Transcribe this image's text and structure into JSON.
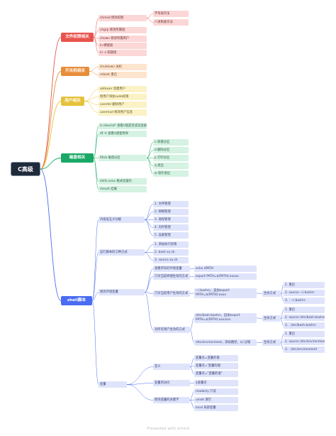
{
  "colors": {
    "red": "#e8544d",
    "orange": "#e88d3a",
    "yellow": "#e6c23a",
    "green": "#1aa866",
    "blue": "#4a6cf0",
    "root": "#1f2a3a"
  },
  "root": "C高级",
  "branches": {
    "perm": {
      "title": "文件权限相关",
      "chmod": "chmod 修改权限",
      "chmod_sub": [
        "字母表示法",
        "八进制表示法"
      ],
      "chgrp": "chgrp 修改所属组",
      "chown": "chown 修改所属用户",
      "ln": "ln 硬链接",
      "ln_s": "ln -s 软链接"
    },
    "power": {
      "title": "开关机相关",
      "shutdown": "shutdown 关机",
      "reboot": "reboot 重启"
    },
    "user": {
      "title": "用户相关",
      "adduser": "adduser 创建用户",
      "sudo": "给用户添加sudo权限",
      "userdel": "userdel 删除用户",
      "usermod": "usermod 修改用户信息"
    },
    "disk": {
      "title": "磁盘相关",
      "ls_dev": "ls /dev/sd* 查看U盘是否成功连接",
      "df": "df -h 查看U盘使用率",
      "fdisk": "fdisk 磁盘分区",
      "fdisk_sub": [
        "n 新建分区",
        "d 删除分区",
        "p 打印分区",
        "q 退出",
        "w 保存退出"
      ],
      "mkfs": "mkfs.xxxx 格式化操作",
      "mount": "mount 挂载"
    },
    "shell": {
      "title": "shell脚本",
      "essence": "内核层五大功能",
      "essence_sub": [
        "1. 文件管理",
        "2. 网络管理",
        "3. 进程管理",
        "4. 内存管理",
        "5. 设备管理"
      ],
      "run": "运行脚本的三种方式",
      "run_sub": [
        "1. 添加执行权限",
        "2. bash xx.sh",
        "3. source xx.sh"
      ],
      "env": "修改环境变量",
      "env_view": "查看所有的环境变量",
      "echo_path": "echo $PATH",
      "tmp": "只对当前终端生效的方式",
      "export_path": "export PATH=$(PATH):xxxxx",
      "cur_user": "只对当前用户生效的方式",
      "bashrc": "~/.bashrc，追加export PATH=$(PATH):xxxx",
      "activate": "生效方式",
      "bashrc_ways": [
        "1. 重启",
        "2. source ~/.bashrc",
        "3. . ~/.bashrc"
      ],
      "all_user": "对所有用户生效的方式",
      "etc_bashrc": "/etc/bash.bashrc，追加export PATH=$(PATH):xxx/xxx",
      "etc_bashrc_ways": [
        "1. 重启",
        "2. source /etc/bash.bashrc",
        "3. . /etc/bash.bashrc"
      ],
      "etc_env": "/etc/environment，添加路径，以:分隔",
      "etc_env_ways": [
        "1. 重启",
        "2. source /etc/environment",
        "3. . /etc/environment"
      ],
      "var": "变量",
      "define": "定义",
      "define_sub": [
        "变量名=变量的值",
        "变量名='变量的值'",
        "变量名=\"变量的值\""
      ],
      "use": "变量的访问",
      "use_sub": "$变量名",
      "kw": "修饰变量的关键字",
      "kw_sub": [
        "readonly 只读",
        "unset 清空",
        "local 局部变量"
      ]
    }
  },
  "footer": "Presented with xmind"
}
